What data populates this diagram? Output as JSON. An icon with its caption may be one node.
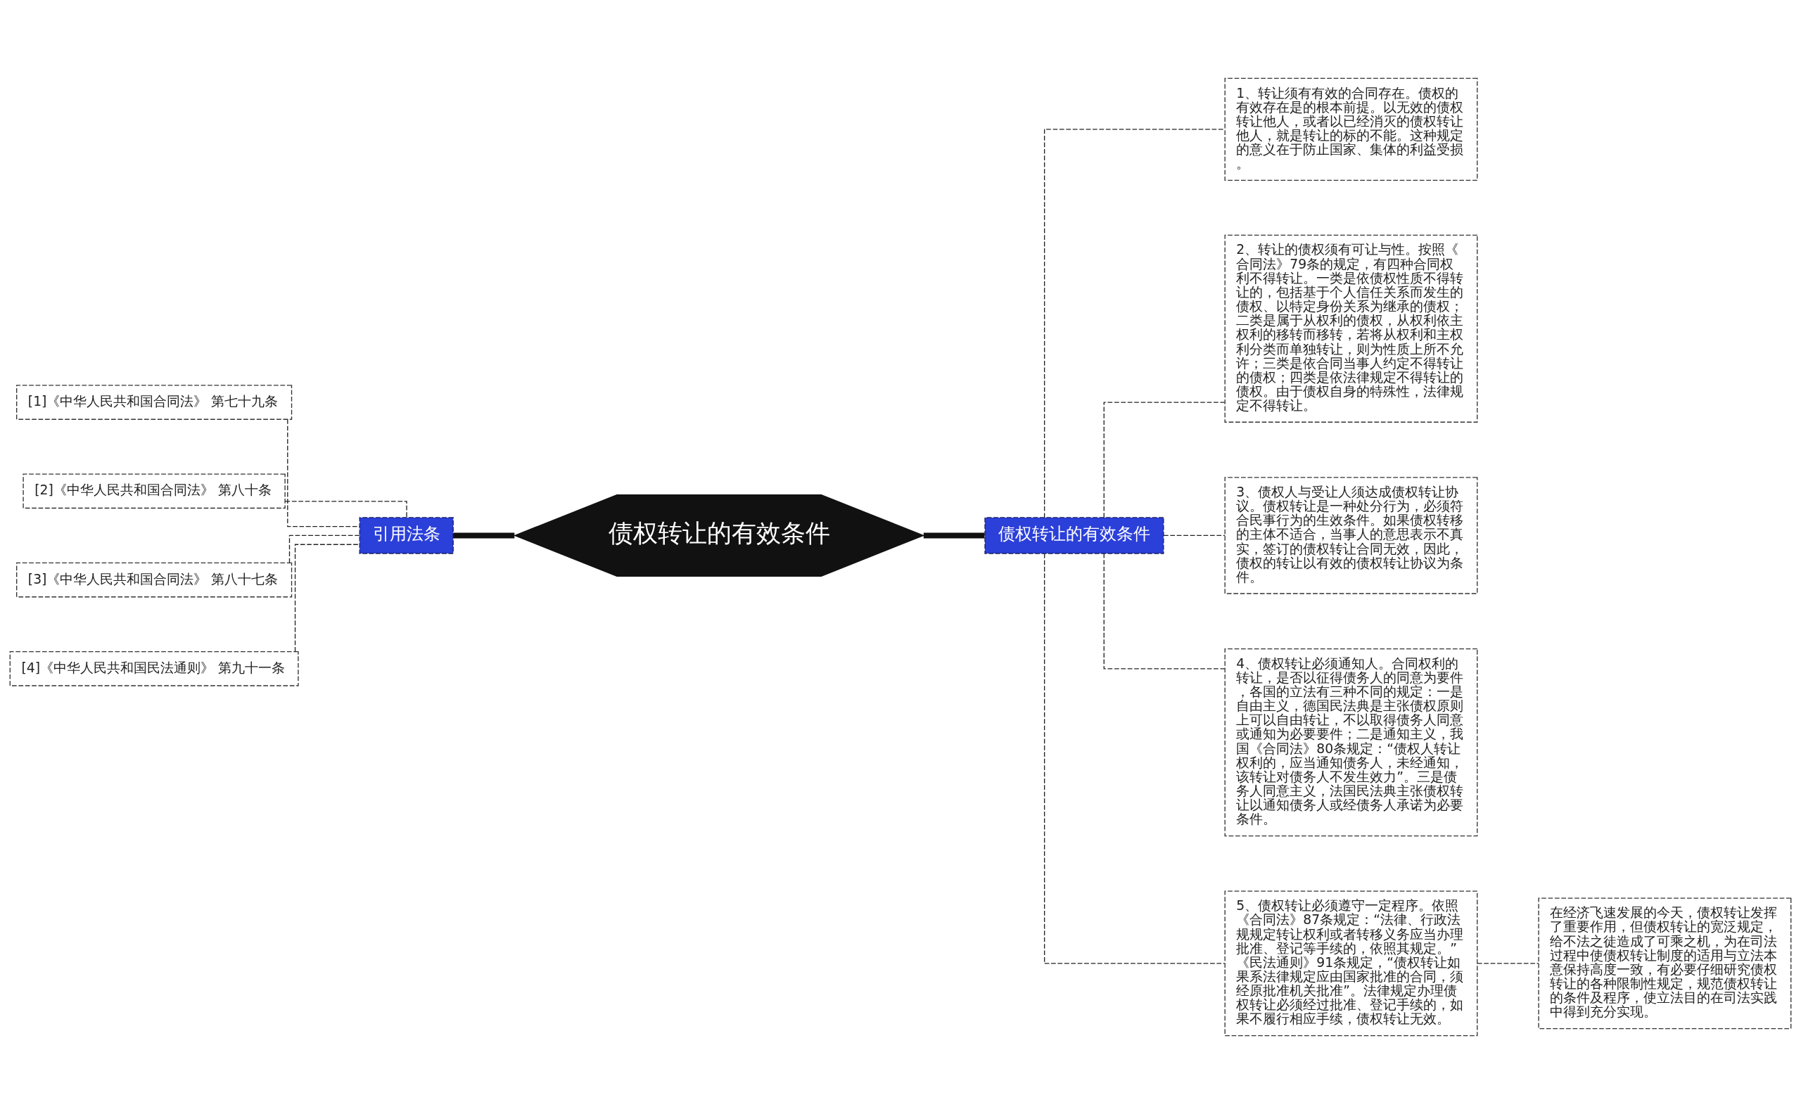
{
  "diagram": {
    "nodes": [
      {
        "text": [
          "债权转让的有效条件"
        ]
      },
      {
        "text": [
          "债权转让的有效条件"
        ]
      },
      {
        "text": [
          "1、转让须有有效的合同存在。债权的有效存在是的根本前提。以无效的债权转让他人，或者以已经消灭的债权转让他人，就是转让的标的不能。这种规定的意义在于防止国家、集体的利益受损。"
        ]
      },
      {
        "text": [
          "2、转让的债权须有可让与性。按照《合同法》79条的规定，有四种合同权利不得转让。一类是依债权性质不得转让的，包括基于个人信任关系而发生的债权、以特定身份关系为继承的债权；二类是属于从权利的债权，从权利依主权利的移转而移转，若将从权利和主权利分类而单独转让，则为性质上所不允许；三类是依合同当事人约定不得转让的债权；四类是依法律规定不得转让的债权。由于债权自身的特殊性，法律规定不得转让。"
        ]
      },
      {
        "text": [
          "3、债权人与受让人须达成债权转让协议。债权转让是一种处分行为，必须符合民事行为的生效条件。如果债权转移的主体不适合，当事人的意思表示不真实，签订的债权转让合同无效，因此，债权的转让以有效的债权转让协议为条件。"
        ]
      },
      {
        "text": [
          "4、债权转让必须通知人。合同权利的转让，是否以征得债务人的同意为要件，各国的立法有三种不同的规定：一是自由主义，德国民法典是主张债权原则上可以自由转让，不以取得债务人同意或通知为必要要件；二是通知主义，我国《合同法》80条规定：“债权人转让权利的，应当通知债务人，未经通知，该转让对债务人不发生效力”。三是债务人同意主义，法国民法典主张债权转让以通知债务人或经债务人承诺为必要条件。"
        ]
      },
      {
        "text": [
          "5、债权转让必须遵守一定程序。依照《合同法》87条规定：“法律、行政法规规定转让权利或者转移义务应当办理批准、登记等手续的，依照其规定。”《民法通则》91条规定，“债权转让如果系法律规定应由国家批准的合同，须经原批准机关批准”。法律规定办理债权转让必须经过批准、登记手续的，如果不履行相应手续，债权转让无效。"
        ]
      },
      {
        "text": [
          "在经济飞速发展的今天，债权转让发挥了重要作用，但债权转让的宽泛规定，给不法之徒造成了可乘之机，为在司法过程中使债权转让制度的适用与立法本意保持高度一致，有必要仔细研究债权转让的各种限制性规定，规范债权转让的条件及程序，使立法目的在司法实践中得到充分实现。"
        ]
      },
      {
        "text": [
          "引用法条"
        ]
      },
      {
        "text": [
          "[1]《中华人民共和国合同法》 第七十九条"
        ]
      },
      {
        "text": [
          "[2]《中华人民共和国合同法》 第八十条"
        ]
      },
      {
        "text": [
          "[3]《中华人民共和国合同法》 第八十七条"
        ]
      },
      {
        "text": [
          "[4]《中华人民共和国民法通则》 第九十一条"
        ]
      }
    ],
    "edges": [
      {
        "from": 0,
        "to": 1,
        "arrow": "none",
        "style": "thick"
      },
      {
        "from": 1,
        "to": 2,
        "arrow": "none",
        "style": "dashed"
      },
      {
        "from": 1,
        "to": 3,
        "arrow": "none",
        "style": "dashed"
      },
      {
        "from": 1,
        "to": 4,
        "arrow": "none",
        "style": "dashed"
      },
      {
        "from": 1,
        "to": 5,
        "arrow": "none",
        "style": "dashed"
      },
      {
        "from": 1,
        "to": 6,
        "arrow": "none",
        "style": "dashed"
      },
      {
        "from": 6,
        "to": 7,
        "arrow": "none",
        "style": "dashed"
      },
      {
        "from": 0,
        "to": 8,
        "arrow": "none",
        "style": "thick"
      },
      {
        "from": 8,
        "to": 9,
        "arrow": "none",
        "style": "dashed"
      },
      {
        "from": 8,
        "to": 10,
        "arrow": "none",
        "style": "dashed"
      },
      {
        "from": 8,
        "to": 11,
        "arrow": "none",
        "style": "dashed"
      },
      {
        "from": 8,
        "to": 12,
        "arrow": "none",
        "style": "dashed"
      }
    ]
  }
}
